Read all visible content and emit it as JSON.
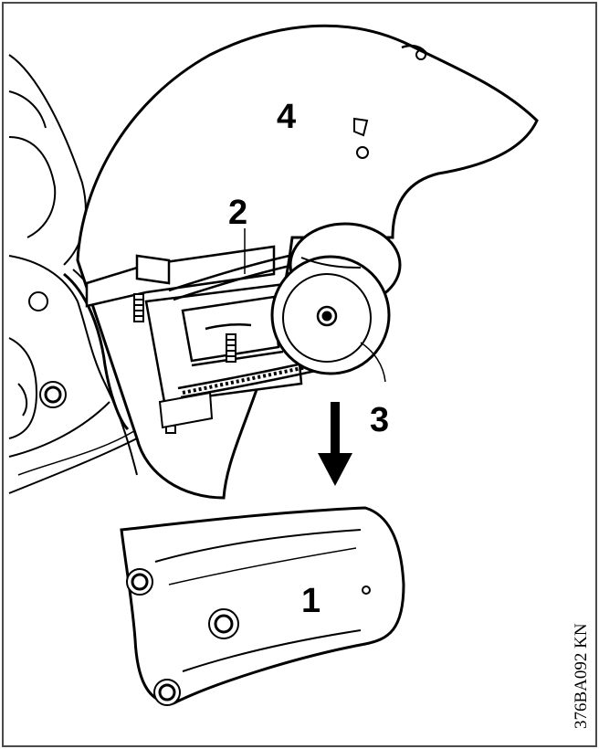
{
  "figure": {
    "callouts": {
      "cover": "1",
      "belt": "2",
      "pulley": "3",
      "guard": "4"
    },
    "reference_code": "376BA092 KN"
  },
  "colors": {
    "line": "#000000",
    "paper": "#ffffff",
    "frame": "#4a4a4a"
  }
}
